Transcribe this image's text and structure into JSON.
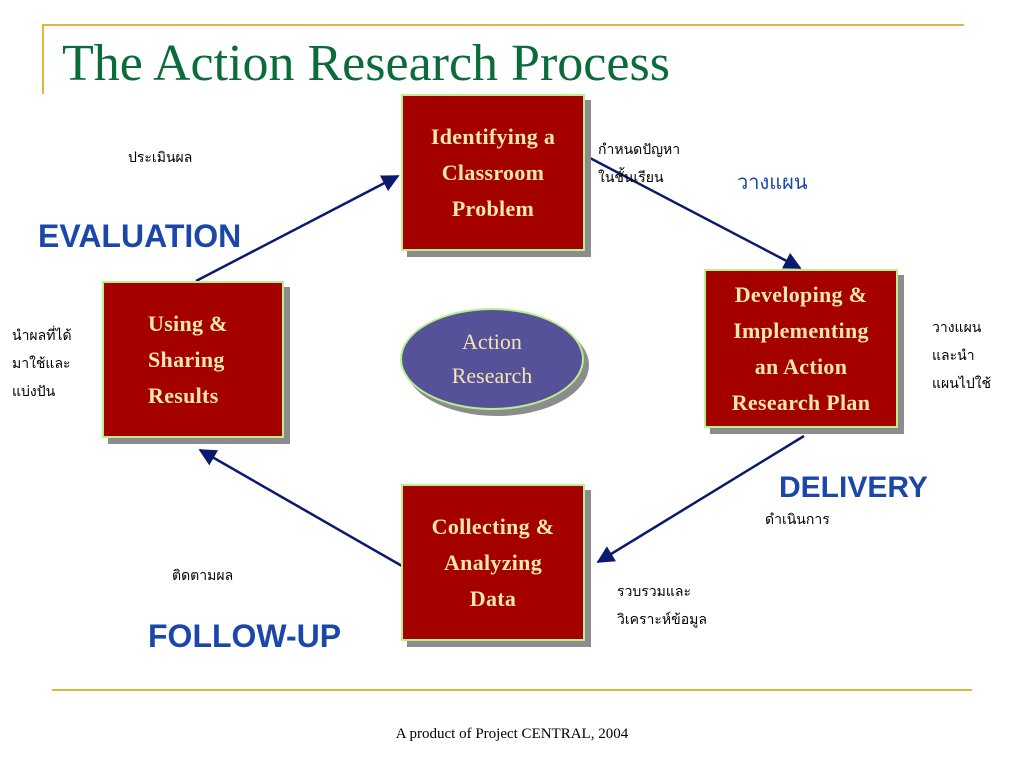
{
  "slide": {
    "title": "The Action Research Process",
    "footer": "A product of Project CENTRAL, 2004"
  },
  "diagram": {
    "center": {
      "label": "Action\nResearch"
    },
    "steps": [
      {
        "id": "identify",
        "label": "Identifying a\nClassroom\nProblem"
      },
      {
        "id": "develop",
        "label": "Developing &\nImplementing\nan Action\nResearch Plan"
      },
      {
        "id": "collect",
        "label": "Collecting &\nAnalyzing\nData"
      },
      {
        "id": "share",
        "label": "Using &\nSharing\nResults"
      }
    ],
    "phases": {
      "evaluation": "EVALUATION",
      "delivery": "DELIVERY",
      "follow_up": "FOLLOW-UP"
    },
    "thai_labels": {
      "evaluate": "ประเมินผล",
      "define_problem": "กำหนดปัญหา\nในชั้นเรียน",
      "plan": "วางแผน",
      "plan_and_apply": "วางแผน\nและนำ\nแผนไปใช้",
      "operate": "ดำเนินการ",
      "collect_analyze": "รวบรวมและ\nวิเคราะห์ข้อมูล",
      "follow_up": "ติดตามผล",
      "use_and_share": "นำผลที่ได้\nมาใช้และ\nแบ่งปัน"
    },
    "colors": {
      "box_fill": "#a40000",
      "box_border": "#b7f08c",
      "box_text": "#f3e6b0",
      "center_fill": "#55529a",
      "arrow": "#0a1a6e",
      "title": "#0b6b3a",
      "phase_text": "#1a47a8",
      "rule": "#e5b43c"
    }
  }
}
